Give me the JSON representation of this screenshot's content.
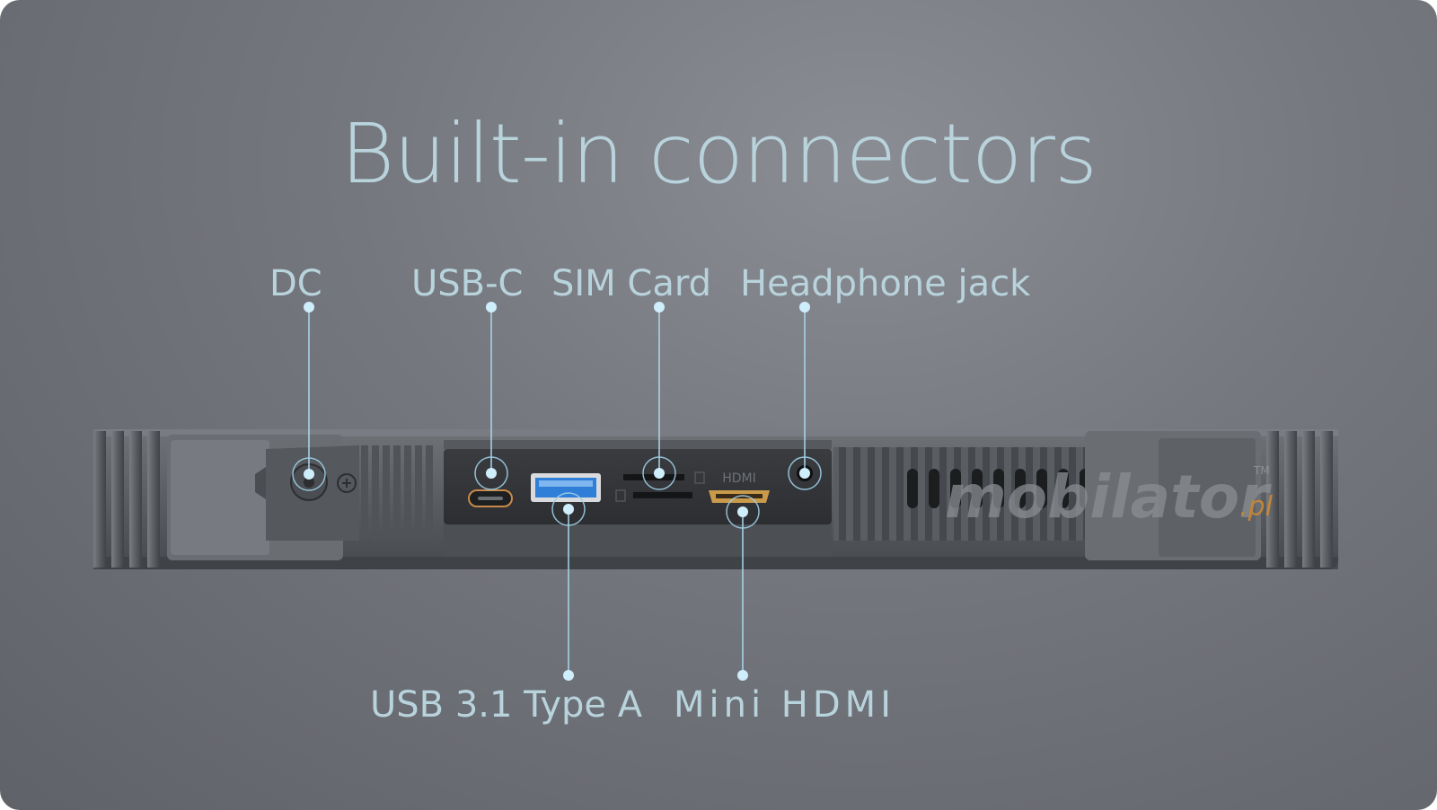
{
  "title": "Built-in connectors",
  "labels": {
    "dc": "DC",
    "usb_c": "USB-C",
    "sim_card": "SIM Card",
    "headphone_jack": "Headphone jack",
    "usb_a": "USB 3.1 Type A",
    "mini_hdmi": "Mini HDMI"
  },
  "device": {
    "port_marking_hdmi": "HDMI",
    "watermark": "mobilator",
    "watermark_suffix": ".pl",
    "trademark": "TM"
  },
  "colors": {
    "label_text": "#b9d3dc",
    "callout_line": "#a9d8ee",
    "callout_dot": "#cfeefb",
    "usb_a_port": "#2f7fd8",
    "hdmi_port": "#c99a4a",
    "watermark_accent": "#e0902a"
  }
}
